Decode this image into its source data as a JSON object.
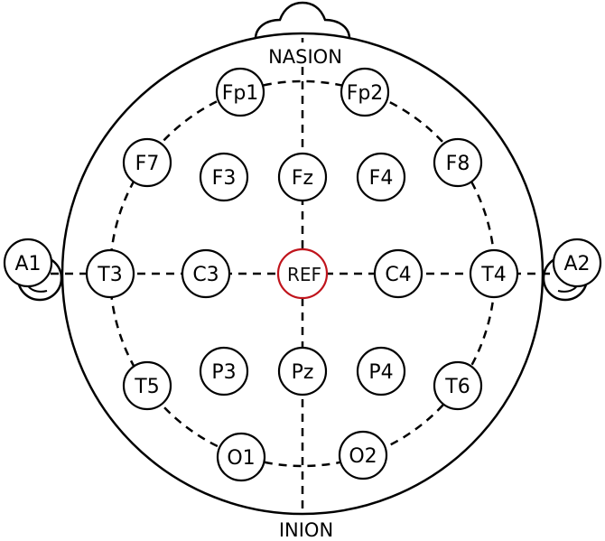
{
  "landmarks": {
    "nasion": "NASION",
    "inion": "INION"
  },
  "reference_color": "#e8202a",
  "electrodes": [
    {
      "id": "fp1",
      "label": "Fp1"
    },
    {
      "id": "fp2",
      "label": "Fp2"
    },
    {
      "id": "f7",
      "label": "F7"
    },
    {
      "id": "f3",
      "label": "F3"
    },
    {
      "id": "fz",
      "label": "Fz"
    },
    {
      "id": "f4",
      "label": "F4"
    },
    {
      "id": "f8",
      "label": "F8"
    },
    {
      "id": "a1",
      "label": "A1"
    },
    {
      "id": "t3",
      "label": "T3"
    },
    {
      "id": "c3",
      "label": "C3"
    },
    {
      "id": "ref",
      "label": "REF"
    },
    {
      "id": "c4",
      "label": "C4"
    },
    {
      "id": "t4",
      "label": "T4"
    },
    {
      "id": "a2",
      "label": "A2"
    },
    {
      "id": "t5",
      "label": "T5"
    },
    {
      "id": "p3",
      "label": "P3"
    },
    {
      "id": "pz",
      "label": "Pz"
    },
    {
      "id": "p4",
      "label": "P4"
    },
    {
      "id": "t6",
      "label": "T6"
    },
    {
      "id": "o1",
      "label": "O1"
    },
    {
      "id": "o2",
      "label": "O2"
    }
  ]
}
